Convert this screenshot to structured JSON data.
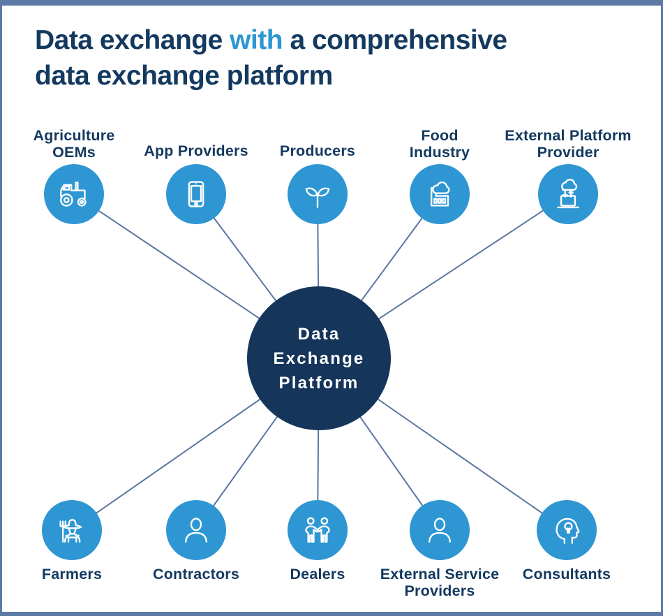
{
  "title": {
    "lead": "Data exchange",
    "highlight": "with",
    "rest": "a comprehensive",
    "line2": "data exchange platform"
  },
  "center": {
    "label": "Data\nExchange\nPlatform"
  },
  "nodes": {
    "top": [
      {
        "label": "Agriculture\nOEMs",
        "icon": "tractor-icon"
      },
      {
        "label": "App Providers",
        "icon": "tablet-icon"
      },
      {
        "label": "Producers",
        "icon": "seedling-icon"
      },
      {
        "label": "Food\nIndustry",
        "icon": "factory-icon"
      },
      {
        "label": "External Platform\nProvider",
        "icon": "cloud-laptop-icon"
      }
    ],
    "bottom": [
      {
        "label": "Farmers",
        "icon": "farmer-icon"
      },
      {
        "label": "Contractors",
        "icon": "person-icon"
      },
      {
        "label": "Dealers",
        "icon": "handshake-icon"
      },
      {
        "label": "External Service\nProviders",
        "icon": "person-icon"
      },
      {
        "label": "Consultants",
        "icon": "head-idea-icon"
      }
    ]
  },
  "colors": {
    "background": "#ffffff",
    "accent_blue": "#2e96d2",
    "navy_text": "#14395f",
    "center_navy": "#15355a",
    "line": "#5b76a2",
    "border": "#5d7aa6",
    "highlight": "#2e96d2",
    "icon_stroke": "#ffffff"
  }
}
